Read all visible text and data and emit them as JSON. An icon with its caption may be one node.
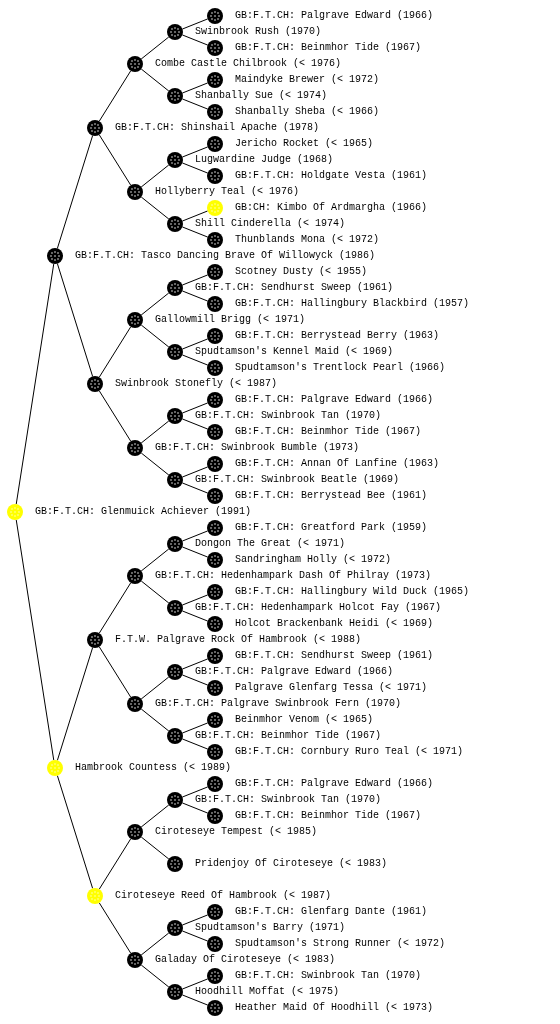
{
  "diagram": {
    "nodes": [
      {
        "text": [],
        "shape": "circle",
        "beside": [
          "GB:F.T.CH: Palgrave Edward (1966)"
        ]
      },
      {
        "text": [],
        "shape": "circle"
      },
      {
        "text": [],
        "shape": "circle",
        "beside": [
          "GB:F.T.CH: Beinmhor Tide (1967)"
        ]
      },
      {
        "text": [],
        "shape": "circle"
      },
      {
        "text": [],
        "shape": "circle",
        "beside": [
          "Maindyke Brewer (< 1972)"
        ]
      },
      {
        "text": [],
        "shape": "circle"
      },
      {
        "text": [],
        "shape": "circle",
        "beside": [
          "Shanbally Sheba (< 1966)"
        ]
      },
      {
        "text": [],
        "shape": "circle"
      },
      {
        "text": [],
        "shape": "circle",
        "beside": [
          "Jericho Rocket (< 1965)"
        ]
      },
      {
        "text": [],
        "shape": "circle"
      },
      {
        "text": [],
        "shape": "circle",
        "beside": [
          "GB:F.T.CH: Holdgate Vesta (1961)"
        ]
      },
      {
        "text": [],
        "shape": "circle"
      },
      {
        "text": [],
        "shape": "circle",
        "beside": [
          "GB:CH: Kimbo Of Ardmargha (1966)"
        ]
      },
      {
        "text": [],
        "shape": "circle"
      },
      {
        "text": [],
        "shape": "circle",
        "beside": [
          "Thunblands Mona (< 1972)"
        ]
      },
      {
        "text": [],
        "shape": "circle"
      },
      {
        "text": [],
        "shape": "circle",
        "beside": [
          "Scotney Dusty (< 1955)"
        ]
      },
      {
        "text": [],
        "shape": "circle"
      },
      {
        "text": [],
        "shape": "circle",
        "beside": [
          "GB:F.T.CH: Hallingbury Blackbird (1957)"
        ]
      },
      {
        "text": [],
        "shape": "circle"
      },
      {
        "text": [],
        "shape": "circle",
        "beside": [
          "GB:F.T.CH: Berrystead Berry (1963)"
        ]
      },
      {
        "text": [],
        "shape": "circle"
      },
      {
        "text": [],
        "shape": "circle",
        "beside": [
          "Spudtamson's Trentlock Pearl (1966)"
        ]
      },
      {
        "text": [],
        "shape": "circle"
      },
      {
        "text": [],
        "shape": "circle",
        "beside": [
          "GB:F.T.CH: Palgrave Edward (1966)"
        ]
      },
      {
        "text": [],
        "shape": "circle"
      },
      {
        "text": [],
        "shape": "circle",
        "beside": [
          "GB:F.T.CH: Beinmhor Tide (1967)"
        ]
      },
      {
        "text": [],
        "shape": "circle"
      },
      {
        "text": [],
        "shape": "circle",
        "beside": [
          "GB:F.T.CH: Annan Of Lanfine (1963)"
        ]
      },
      {
        "text": [],
        "shape": "circle"
      },
      {
        "text": [],
        "shape": "circle",
        "beside": [
          "GB:F.T.CH: Berrystead Bee (1961)"
        ]
      },
      {
        "text": [],
        "shape": "circle"
      },
      {
        "text": [],
        "shape": "circle",
        "beside": [
          "GB:F.T.CH: Greatford Park (1959)"
        ]
      },
      {
        "text": [],
        "shape": "circle"
      },
      {
        "text": [],
        "shape": "circle",
        "beside": [
          "Sandringham Holly (< 1972)"
        ]
      },
      {
        "text": [],
        "shape": "circle"
      },
      {
        "text": [],
        "shape": "circle",
        "beside": [
          "GB:F.T.CH: Hallingbury Wild Duck (1965)"
        ]
      },
      {
        "text": [],
        "shape": "circle"
      },
      {
        "text": [],
        "shape": "circle",
        "beside": [
          "Holcot Brackenbank Heidi (< 1969)"
        ]
      },
      {
        "text": [],
        "shape": "circle"
      },
      {
        "text": [],
        "shape": "circle",
        "beside": [
          "GB:F.T.CH: Sendhurst Sweep (1961)"
        ]
      },
      {
        "text": [],
        "shape": "circle"
      },
      {
        "text": [],
        "shape": "circle",
        "beside": [
          "Palgrave Glenfarg Tessa (< 1971)"
        ]
      },
      {
        "text": [],
        "shape": "circle"
      },
      {
        "text": [],
        "shape": "circle",
        "beside": [
          "Beinmhor Venom (< 1965)"
        ]
      },
      {
        "text": [],
        "shape": "circle"
      },
      {
        "text": [],
        "shape": "circle",
        "beside": [
          "GB:F.T.CH: Cornbury Ruro Teal (< 1971)"
        ]
      },
      {
        "text": [],
        "shape": "circle"
      },
      {
        "text": [],
        "shape": "circle",
        "beside": [
          "GB:F.T.CH: Palgrave Edward (1966)"
        ]
      },
      {
        "text": [],
        "shape": "circle"
      },
      {
        "text": [],
        "shape": "circle",
        "beside": [
          "GB:F.T.CH: Beinmhor Tide (1967)"
        ]
      },
      {
        "text": [],
        "shape": "circle"
      },
      {
        "text": [],
        "shape": "circle",
        "beside": [
          "Pridenjoy Of Ciroteseye (< 1983)"
        ]
      },
      {
        "text": [],
        "shape": "circle"
      },
      {
        "text": [],
        "shape": "circle",
        "beside": [
          "GB:F.T.CH: Glenfarg Dante (1961)"
        ]
      },
      {
        "text": [],
        "shape": "circle"
      },
      {
        "text": [],
        "shape": "circle",
        "beside": [
          "Spudtamson's Strong Runner (< 1972)"
        ]
      },
      {
        "text": [],
        "shape": "circle"
      },
      {
        "text": [],
        "shape": "circle",
        "beside": [
          "GB:F.T.CH: Swinbrook Tan (1970)"
        ]
      },
      {
        "text": [],
        "shape": "circle"
      },
      {
        "text": [],
        "shape": "circle",
        "beside": [
          "Heather Maid Of Hoodhill (< 1973)"
        ]
      }
    ],
    "edges": [
      {
        "from": 31,
        "to": 15,
        "arrow": "none"
      },
      {
        "from": 31,
        "to": 47,
        "arrow": "none"
      },
      {
        "from": 15,
        "to": 7,
        "arrow": "none"
      },
      {
        "from": 15,
        "to": 23,
        "arrow": "none"
      },
      {
        "from": 7,
        "to": 3,
        "arrow": "none"
      },
      {
        "from": 7,
        "to": 11,
        "arrow": "none"
      },
      {
        "from": 3,
        "to": 1,
        "arrow": "none"
      },
      {
        "from": 3,
        "to": 5,
        "arrow": "none"
      },
      {
        "from": 1,
        "to": 0,
        "arrow": "none"
      },
      {
        "from": 1,
        "to": 2,
        "arrow": "none"
      },
      {
        "from": 5,
        "to": 4,
        "arrow": "none"
      },
      {
        "from": 5,
        "to": 6,
        "arrow": "none"
      },
      {
        "from": 11,
        "to": 9,
        "arrow": "none"
      },
      {
        "from": 11,
        "to": 13,
        "arrow": "none"
      },
      {
        "from": 9,
        "to": 8,
        "arrow": "none"
      },
      {
        "from": 9,
        "to": 10,
        "arrow": "none"
      },
      {
        "from": 13,
        "to": 12,
        "arrow": "none"
      },
      {
        "from": 13,
        "to": 14,
        "arrow": "none"
      },
      {
        "from": 23,
        "to": 19,
        "arrow": "none"
      },
      {
        "from": 23,
        "to": 27,
        "arrow": "none"
      },
      {
        "from": 19,
        "to": 17,
        "arrow": "none"
      },
      {
        "from": 19,
        "to": 21,
        "arrow": "none"
      },
      {
        "from": 17,
        "to": 16,
        "arrow": "none"
      },
      {
        "from": 17,
        "to": 18,
        "arrow": "none"
      },
      {
        "from": 21,
        "to": 20,
        "arrow": "none"
      },
      {
        "from": 21,
        "to": 22,
        "arrow": "none"
      },
      {
        "from": 27,
        "to": 25,
        "arrow": "none"
      },
      {
        "from": 27,
        "to": 29,
        "arrow": "none"
      },
      {
        "from": 25,
        "to": 24,
        "arrow": "none"
      },
      {
        "from": 25,
        "to": 26,
        "arrow": "none"
      },
      {
        "from": 29,
        "to": 28,
        "arrow": "none"
      },
      {
        "from": 29,
        "to": 30,
        "arrow": "none"
      },
      {
        "from": 47,
        "to": 39,
        "arrow": "none"
      },
      {
        "from": 47,
        "to": 53,
        "arrow": "none"
      },
      {
        "from": 39,
        "to": 35,
        "arrow": "none"
      },
      {
        "from": 39,
        "to": 43,
        "arrow": "none"
      },
      {
        "from": 35,
        "to": 33,
        "arrow": "none"
      },
      {
        "from": 35,
        "to": 37,
        "arrow": "none"
      },
      {
        "from": 33,
        "to": 32,
        "arrow": "none"
      },
      {
        "from": 33,
        "to": 34,
        "arrow": "none"
      },
      {
        "from": 37,
        "to": 36,
        "arrow": "none"
      },
      {
        "from": 37,
        "to": 38,
        "arrow": "none"
      },
      {
        "from": 43,
        "to": 41,
        "arrow": "none"
      },
      {
        "from": 43,
        "to": 45,
        "arrow": "none"
      },
      {
        "from": 41,
        "to": 40,
        "arrow": "none"
      },
      {
        "from": 41,
        "to": 42,
        "arrow": "none"
      },
      {
        "from": 45,
        "to": 44,
        "arrow": "none"
      },
      {
        "from": 45,
        "to": 46,
        "arrow": "none"
      },
      {
        "from": 53,
        "to": 51,
        "arrow": "none"
      },
      {
        "from": 53,
        "to": 57,
        "arrow": "none"
      },
      {
        "from": 51,
        "to": 49,
        "arrow": "none"
      },
      {
        "from": 51,
        "to": 52,
        "arrow": "none"
      },
      {
        "from": 49,
        "to": 48,
        "arrow": "none"
      },
      {
        "from": 49,
        "to": 50,
        "arrow": "none"
      },
      {
        "from": 57,
        "to": 55,
        "arrow": "none"
      },
      {
        "from": 57,
        "to": 59,
        "arrow": "none"
      },
      {
        "from": 55,
        "to": 54,
        "arrow": "none"
      },
      {
        "from": 55,
        "to": 56,
        "arrow": "none"
      },
      {
        "from": 59,
        "to": 58,
        "arrow": "none"
      },
      {
        "from": 59,
        "to": 60,
        "arrow": "none"
      }
    ],
    "labels": [
      "Swinbrook Rush (1970)",
      "Combe Castle Chilbrook (< 1976)",
      "Shanbally Sue (< 1974)",
      "GB:F.T.CH: Shinshail Apache (1978)",
      "Lugwardine Judge (1968)",
      "Hollyberry Teal (< 1976)",
      "Shill Cinderella (< 1974)",
      "GB:F.T.CH: Tasco Dancing Brave Of Willowyck (1986)",
      "GB:F.T.CH: Sendhurst Sweep (1961)",
      "Gallowmill Brigg (< 1971)",
      "Spudtamson's Kennel Maid (< 1969)",
      "Swinbrook Stonefly (< 1987)",
      "GB:F.T.CH: Swinbrook Tan (1970)",
      "GB:F.T.CH: Swinbrook Bumble (1973)",
      "GB:F.T.CH: Swinbrook Beatle (1969)",
      "GB:F.T.CH: Glenmuick Achiever (1991)",
      "Dongon The Great (< 1971)",
      "GB:F.T.CH: Hedenhampark Dash Of Philray (1973)",
      "GB:F.T.CH: Hedenhampark Holcot Fay (1967)",
      "F.T.W. Palgrave Rock Of Hambrook (< 1988)",
      "GB:F.T.CH: Palgrave Edward (1966)",
      "GB:F.T.CH: Palgrave Swinbrook Fern (1970)",
      "GB:F.T.CH: Beinmhor Tide (1967)",
      "Hambrook Countess (< 1989)",
      "GB:F.T.CH: Swinbrook Tan (1970)",
      "Ciroteseye Tempest (< 1985)",
      "Ciroteseye Reed Of Hambrook (< 1987)",
      "Spudtamson's Barry (1971)",
      "Galaday Of Ciroteseye (< 1983)",
      "Hoodhill Moffat (< 1975)"
    ]
  }
}
